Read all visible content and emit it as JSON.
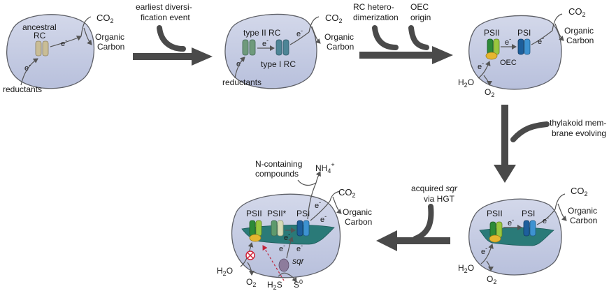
{
  "colors": {
    "cell_fill": "#c6cde3",
    "cell_stroke": "#5d5f66",
    "big_arrow": "#4a4a4a",
    "ancestral_rc": "#c9bd96",
    "type2_rc": "#6f9a7c",
    "type1_rc": "#4d8596",
    "psii_dark": "#2d8a38",
    "psii_light": "#9ac73f",
    "psi_dark": "#1d5f9c",
    "psi_light": "#3d92d1",
    "oec": "#e6b62f",
    "thylakoid": "#2a7a78",
    "sqr": "#8d7c9c",
    "inhibit": "#d0243a"
  },
  "panel1": {
    "rc_label_1": "ancestral",
    "rc_label_2": "RC",
    "electron": "e",
    "electron_sup": "-",
    "co2": "CO",
    "co2_sub": "2",
    "carbon_1": "Organic",
    "carbon_2": "Carbon",
    "reductants": "reductants"
  },
  "arrow1": {
    "label_1": "earliest diversi-",
    "label_2": "fication event"
  },
  "panel2": {
    "rc2_label": "type II RC",
    "rc1_label": "type I RC",
    "electron": "e",
    "electron_sup": "-",
    "co2": "CO",
    "co2_sub": "2",
    "carbon_1": "Organic",
    "carbon_2": "Carbon",
    "reductants": "reductants"
  },
  "arrow2": {
    "label_a1": "RC hetero-",
    "label_a2": "dimerization",
    "label_b1": "OEC",
    "label_b2": "origin"
  },
  "panel3": {
    "psii": "PSII",
    "psi": "PSI",
    "oec": "OEC",
    "electron": "e",
    "electron_sup": "-",
    "co2": "CO",
    "co2_sub": "2",
    "carbon_1": "Organic",
    "carbon_2": "Carbon",
    "h2o": "H",
    "h2o_sub": "2",
    "h2o_end": "O",
    "o2": "O",
    "o2_sub": "2"
  },
  "arrow3": {
    "label_1": "thylakoid mem-",
    "label_2": "brane evolving"
  },
  "panel4": {
    "psii": "PSII",
    "psi": "PSI",
    "electron": "e",
    "electron_sup": "-",
    "co2": "CO",
    "co2_sub": "2",
    "carbon_1": "Organic",
    "carbon_2": "Carbon",
    "h2o": "H",
    "h2o_sub": "2",
    "h2o_end": "O",
    "o2": "O",
    "o2_sub": "2"
  },
  "arrow4": {
    "label_1a": "acquired ",
    "label_1b": "sqr",
    "label_2": "via HGT"
  },
  "panel5": {
    "psii": "PSII",
    "psii_star": "PSII*",
    "psi": "PSI",
    "electron": "e",
    "electron_sup": "-",
    "co2": "CO",
    "co2_sub": "2",
    "carbon_1": "Organic",
    "carbon_2": "Carbon",
    "ncomp_1": "N-containing",
    "ncomp_2": "compounds",
    "nh4": "NH",
    "nh4_sub": "4",
    "nh4_sup": "+",
    "sqr": "sqr",
    "h2o": "H",
    "h2o_sub": "2",
    "h2o_end": "O",
    "o2": "O",
    "o2_sub": "2",
    "h2s": "H",
    "h2s_sub": "2",
    "h2s_end": "S",
    "s0": "S",
    "s0_sup": "0"
  }
}
